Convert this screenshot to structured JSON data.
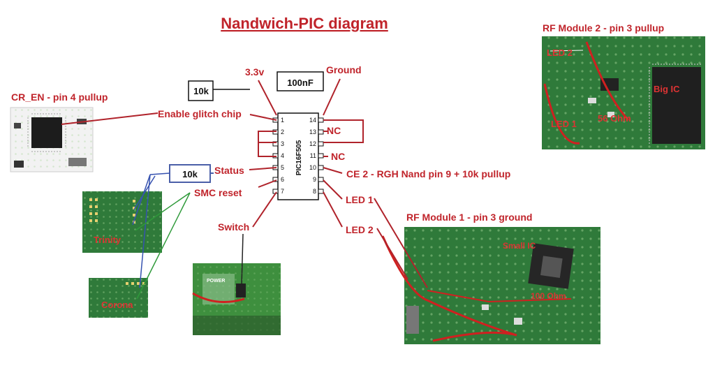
{
  "title": "Nandwich-PIC diagram",
  "chip": {
    "name": "PIC16F505",
    "left_pins": [
      "1",
      "2",
      "3",
      "4",
      "5",
      "6",
      "7"
    ],
    "right_pins": [
      "14",
      "13",
      "12",
      "11",
      "10",
      "9",
      "8"
    ]
  },
  "components": {
    "resistor_top": "10k",
    "capacitor": "100nF",
    "resistor_status": "10k"
  },
  "labels": {
    "v33": "3.3v",
    "ground": "Ground",
    "enable_glitch": "Enable glitch chip",
    "status": "Status",
    "smc_reset": "SMC reset",
    "switch": "Switch",
    "nc1": "NC",
    "nc2": "NC",
    "ce2": "CE 2  - RGH Nand pin 9 + 10k pullup",
    "led1": "LED 1",
    "led2": "LED 2"
  },
  "photos": {
    "cr_en": {
      "caption": "CR_EN - pin 4 pullup"
    },
    "rf2": {
      "caption": "RF Module 2 - pin 3 pullup",
      "notes": [
        "LED 2",
        "LED 1",
        "56 Ohm",
        "Big IC"
      ]
    },
    "rf1": {
      "caption": "RF Module 1 - pin 3 ground",
      "notes": [
        "Small IC",
        "100 Ohm"
      ]
    },
    "trinity": {
      "note": "Trinity"
    },
    "corona": {
      "note": "Corona"
    },
    "switch": {
      "notes": [
        "POWER"
      ]
    }
  },
  "colors": {
    "title": "#c0242b",
    "labels": "#c0242b",
    "wire": "#b0232b",
    "status_box": "#4a5fa8",
    "pcb_green": "#2f7a3a",
    "trace_blue": "#3652b0",
    "trace_green": "#2f9a3a"
  }
}
